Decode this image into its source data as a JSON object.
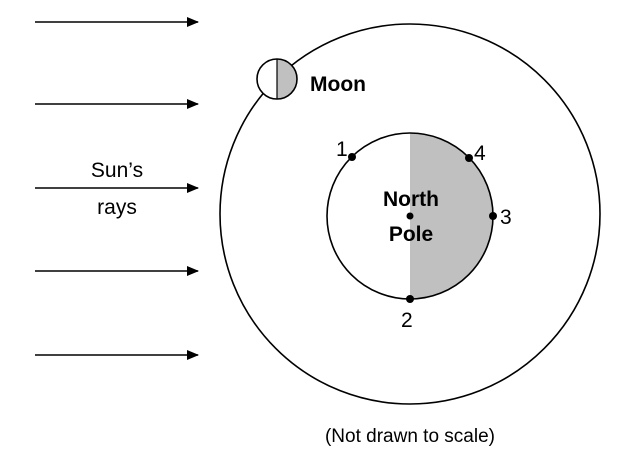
{
  "labels": {
    "moon": "Moon",
    "sun_rays_line1": "Sun’s",
    "sun_rays_line2": "rays",
    "north_pole_line1": "North",
    "north_pole_line2": "Pole",
    "point_1": "1",
    "point_2": "2",
    "point_3": "3",
    "point_4": "4",
    "note": "(Not drawn to scale)"
  },
  "colors": {
    "line": "#000000",
    "shadow": "#c0c0c0",
    "background": "#ffffff"
  },
  "diagram": {
    "sun_ray_count": 5,
    "points": [
      "1",
      "2",
      "3",
      "4"
    ]
  }
}
